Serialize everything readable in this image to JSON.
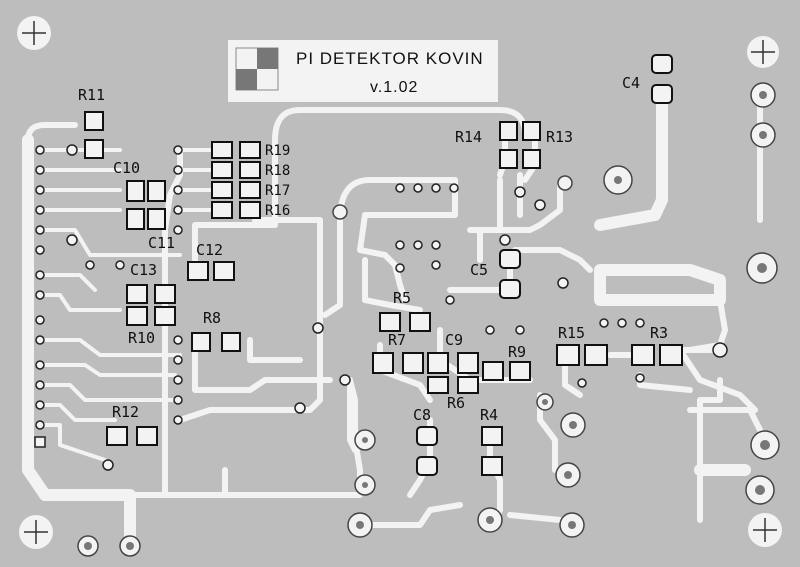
{
  "title_block": {
    "title": "PI DETEKTOR KOVIN",
    "version": "v.1.02"
  },
  "components": {
    "R11": "R11",
    "C10": "C10",
    "R19": "R19",
    "R18": "R18",
    "R17": "R17",
    "R16": "R16",
    "C11": "C11",
    "C12": "C12",
    "C13": "C13",
    "R8": "R8",
    "R10": "R10",
    "R12": "R12",
    "R14": "R14",
    "R13": "R13",
    "C4": "C4",
    "C5": "C5",
    "R5": "R5",
    "R7": "R7",
    "C9": "C9",
    "R9": "R9",
    "R6": "R6",
    "C8": "C8",
    "R4": "R4",
    "R15": "R15",
    "R3": "R3"
  }
}
